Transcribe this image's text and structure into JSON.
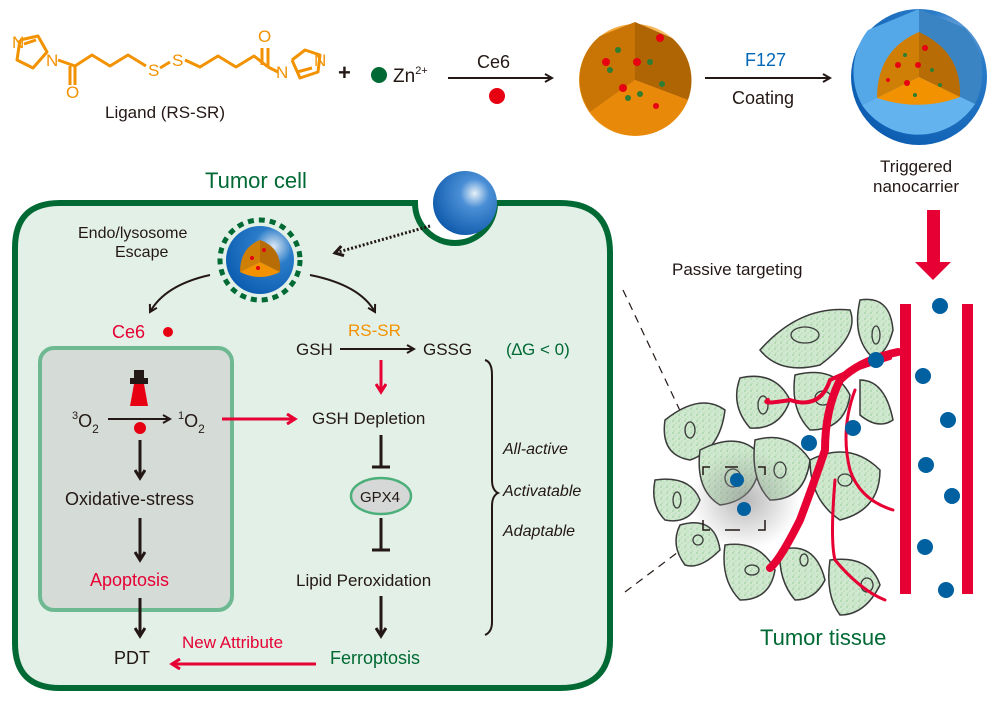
{
  "synthesis": {
    "ligand_label": "Ligand (RS-SR)",
    "ligand_atoms": {
      "n": "N",
      "o": "O",
      "s": "S"
    },
    "plus": "+",
    "zn_label": "Zn",
    "zn_charge": "2+",
    "arrow1_label": "Ce6",
    "arrow2_top": "F127",
    "arrow2_bottom": "Coating",
    "product_label_1": "Triggered",
    "product_label_2": "nanocarrier"
  },
  "cell": {
    "title": "Tumor cell",
    "escape_1": "Endo/lysosome",
    "escape_2": "Escape",
    "ce6": "Ce6",
    "gsh": "GSH",
    "rssr": "RS-SR",
    "gssg": "GSSG",
    "delta_g": "(∆G < 0)",
    "o2_triplet_sup": "3",
    "o2_singlet_sup": "1",
    "o2": "O",
    "o2_sub": "2",
    "oxidative": "Oxidative-stress",
    "apoptosis": "Apoptosis",
    "pdt": "PDT",
    "new_attribute": "New Attribute",
    "gsh_depletion": "GSH Depletion",
    "gpx4": "GPX4",
    "lipid": "Lipid Peroxidation",
    "ferroptosis": "Ferroptosis",
    "features": [
      "All-active",
      "Activatable",
      "Adaptable"
    ]
  },
  "tissue": {
    "passive": "Passive targeting",
    "title": "Tumor tissue"
  },
  "colors": {
    "orange": "#f39200",
    "green_dark": "#006934",
    "red": "#e60033",
    "blue": "#0068b7",
    "cell_bg": "#e3f0e7",
    "inner_box": "#d5dcd8",
    "inner_border": "#6fb992"
  }
}
